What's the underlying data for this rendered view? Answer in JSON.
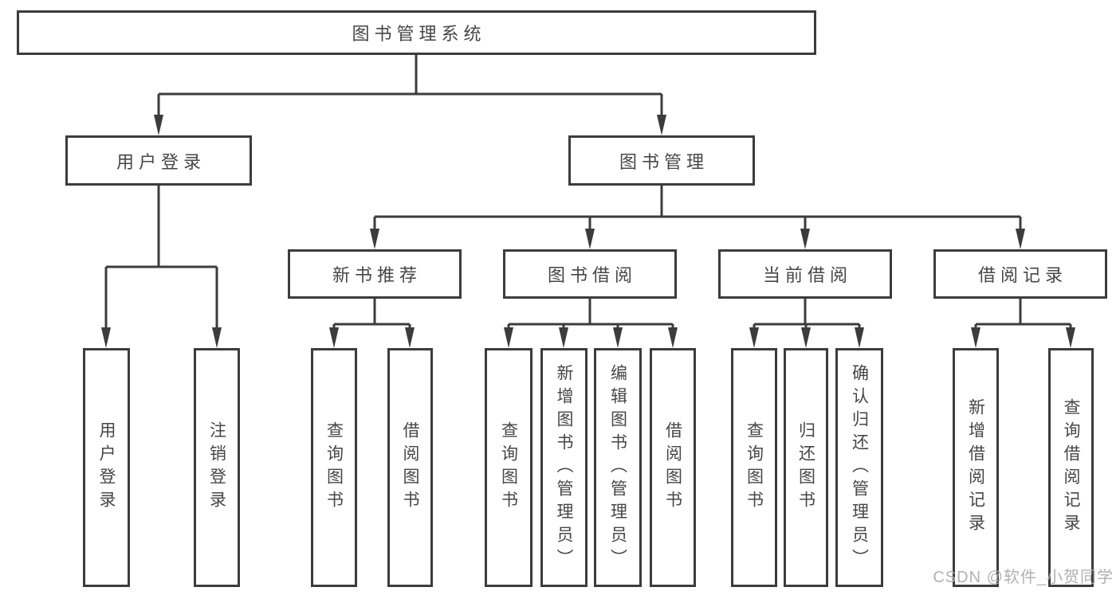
{
  "diagram": {
    "root": {
      "label": "图书管理系统"
    },
    "branches": [
      {
        "label": "用户登录",
        "children": [
          {
            "label": "用户登录"
          },
          {
            "label": "注销登录"
          }
        ]
      },
      {
        "label": "图书管理",
        "children": [
          {
            "label": "新书推荐",
            "children": [
              {
                "label": "查询图书"
              },
              {
                "label": "借阅图书"
              }
            ]
          },
          {
            "label": "图书借阅",
            "children": [
              {
                "label": "查询图书"
              },
              {
                "label": "新增图书（管理员）"
              },
              {
                "label": "编辑图书（管理员）"
              },
              {
                "label": "借阅图书"
              }
            ]
          },
          {
            "label": "当前借阅",
            "children": [
              {
                "label": "查询图书"
              },
              {
                "label": "归还图书"
              },
              {
                "label": "确认归还（管理员）"
              }
            ]
          },
          {
            "label": "借阅记录",
            "children": [
              {
                "label": "新增借阅记录"
              },
              {
                "label": "查询借阅记录"
              }
            ]
          }
        ]
      }
    ]
  },
  "watermark": {
    "text": "CSDN @软件_小贺同学"
  },
  "colors": {
    "line": "#3c3c3c",
    "box_border": "#3c3c3c",
    "text": "#464646",
    "background": "#ffffff",
    "watermark": "#adadad"
  }
}
